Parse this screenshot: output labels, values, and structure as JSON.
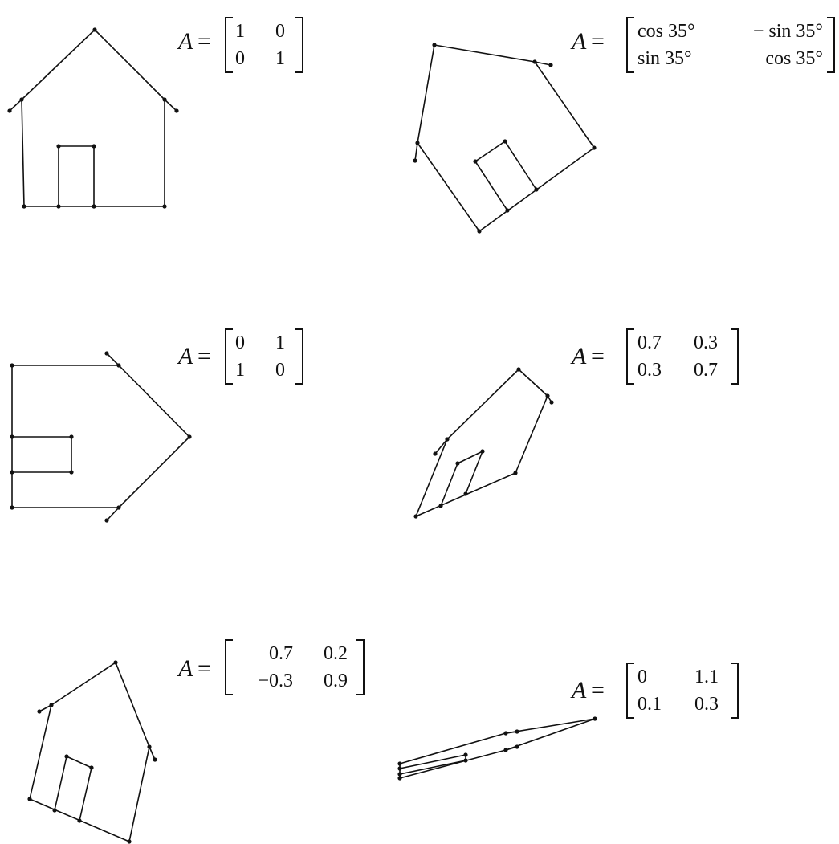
{
  "panels": [
    {
      "label": "A",
      "equals": "=",
      "matrix": [
        [
          "1",
          "0"
        ],
        [
          "0",
          "1"
        ]
      ],
      "house": {
        "points": [
          [
            27,
            124
          ],
          [
            118,
            37
          ],
          [
            205,
            124
          ],
          [
            12,
            138
          ],
          [
            220,
            138
          ],
          [
            30,
            257
          ],
          [
            205,
            257
          ],
          [
            73,
            257
          ],
          [
            117,
            257
          ],
          [
            73,
            182
          ],
          [
            117,
            182
          ]
        ],
        "edges": [
          [
            0,
            1
          ],
          [
            1,
            2
          ],
          [
            0,
            3
          ],
          [
            2,
            4
          ],
          [
            0,
            5
          ],
          [
            2,
            6
          ],
          [
            5,
            6
          ],
          [
            7,
            9
          ],
          [
            9,
            10
          ],
          [
            10,
            8
          ]
        ],
        "dots": [
          0,
          1,
          2,
          3,
          4,
          5,
          6,
          7,
          8,
          9,
          10
        ]
      }
    },
    {
      "label": "A",
      "equals": "=",
      "matrix": [
        [
          "cos 35°",
          "− sin 35°"
        ],
        [
          "sin 35°",
          "cos 35°"
        ]
      ],
      "house": {
        "points": [
          [
            520,
            178
          ],
          [
            541,
            56
          ],
          [
            666,
            77
          ],
          [
            517,
            200
          ],
          [
            686,
            81
          ],
          [
            597,
            288
          ],
          [
            740,
            184
          ],
          [
            632,
            262
          ],
          [
            668,
            236
          ],
          [
            592,
            201
          ],
          [
            629,
            176
          ]
        ],
        "edges": [
          [
            0,
            1
          ],
          [
            1,
            2
          ],
          [
            0,
            3
          ],
          [
            2,
            4
          ],
          [
            0,
            5
          ],
          [
            2,
            6
          ],
          [
            5,
            6
          ],
          [
            7,
            9
          ],
          [
            9,
            10
          ],
          [
            10,
            8
          ]
        ],
        "dots": [
          0,
          1,
          2,
          3,
          4,
          5,
          6,
          7,
          8,
          9,
          10
        ]
      }
    },
    {
      "label": "A",
      "equals": "=",
      "matrix": [
        [
          "0",
          "1"
        ],
        [
          "1",
          "0"
        ]
      ],
      "house": {
        "points": [
          [
            148,
            455
          ],
          [
            236,
            544
          ],
          [
            148,
            632
          ],
          [
            133,
            440
          ],
          [
            133,
            648
          ],
          [
            15,
            455
          ],
          [
            15,
            632
          ],
          [
            15,
            544
          ],
          [
            15,
            588
          ],
          [
            89,
            544
          ],
          [
            89,
            588
          ]
        ],
        "edges": [
          [
            0,
            1
          ],
          [
            1,
            2
          ],
          [
            0,
            3
          ],
          [
            2,
            4
          ],
          [
            0,
            5
          ],
          [
            2,
            6
          ],
          [
            5,
            6
          ],
          [
            7,
            9
          ],
          [
            9,
            10
          ],
          [
            10,
            8
          ]
        ],
        "dots": [
          0,
          1,
          2,
          3,
          4,
          5,
          6,
          7,
          8,
          9,
          10
        ]
      }
    },
    {
      "label": "A",
      "equals": "=",
      "matrix": [
        [
          "0.7",
          "0.3"
        ],
        [
          "0.3",
          "0.7"
        ]
      ],
      "house": {
        "points": [
          [
            557,
            547
          ],
          [
            646,
            460
          ],
          [
            682,
            493
          ],
          [
            542,
            565
          ],
          [
            687,
            501
          ],
          [
            518,
            643
          ],
          [
            642,
            589
          ],
          [
            549,
            630
          ],
          [
            580,
            615
          ],
          [
            570,
            577
          ],
          [
            601,
            562
          ]
        ],
        "edges": [
          [
            0,
            1
          ],
          [
            1,
            2
          ],
          [
            0,
            3
          ],
          [
            2,
            4
          ],
          [
            0,
            5
          ],
          [
            2,
            6
          ],
          [
            5,
            6
          ],
          [
            7,
            9
          ],
          [
            9,
            10
          ],
          [
            10,
            8
          ]
        ],
        "dots": [
          0,
          1,
          2,
          3,
          4,
          5,
          6,
          7,
          8,
          9,
          10
        ]
      }
    },
    {
      "label": "A",
      "equals": "=",
      "matrix": [
        [
          "0.7",
          "0.2"
        ],
        [
          "−0.3",
          "0.9"
        ]
      ],
      "house": {
        "points": [
          [
            64,
            878
          ],
          [
            144,
            825
          ],
          [
            186,
            930
          ],
          [
            49,
            886
          ],
          [
            193,
            946
          ],
          [
            37,
            995
          ],
          [
            161,
            1048
          ],
          [
            68,
            1009
          ],
          [
            99,
            1022
          ],
          [
            83,
            942
          ],
          [
            114,
            956
          ]
        ],
        "edges": [
          [
            0,
            1
          ],
          [
            1,
            2
          ],
          [
            0,
            3
          ],
          [
            2,
            4
          ],
          [
            0,
            5
          ],
          [
            2,
            6
          ],
          [
            5,
            6
          ],
          [
            7,
            9
          ],
          [
            9,
            10
          ],
          [
            10,
            8
          ]
        ],
        "dots": [
          0,
          1,
          2,
          3,
          4,
          5,
          6,
          7,
          8,
          9,
          10
        ]
      }
    },
    {
      "label": "A",
      "equals": "=",
      "matrix": [
        [
          "0",
          "1.1"
        ],
        [
          "0.1",
          "0.3"
        ]
      ],
      "house": {
        "points": [
          [
            630,
            913
          ],
          [
            741,
            895
          ],
          [
            630,
            934
          ],
          [
            644,
            911
          ],
          [
            644,
            930
          ],
          [
            498,
            951
          ],
          [
            498,
            969
          ],
          [
            498,
            957
          ],
          [
            498,
            964
          ],
          [
            580,
            940
          ],
          [
            580,
            947
          ]
        ],
        "edges": [
          [
            0,
            1
          ],
          [
            1,
            2
          ],
          [
            0,
            3
          ],
          [
            2,
            4
          ],
          [
            0,
            5
          ],
          [
            2,
            6
          ],
          [
            5,
            6
          ],
          [
            7,
            9
          ],
          [
            9,
            10
          ],
          [
            10,
            8
          ]
        ],
        "dots": [
          0,
          1,
          2,
          3,
          4,
          5,
          6,
          7,
          8,
          9,
          10
        ]
      }
    }
  ]
}
